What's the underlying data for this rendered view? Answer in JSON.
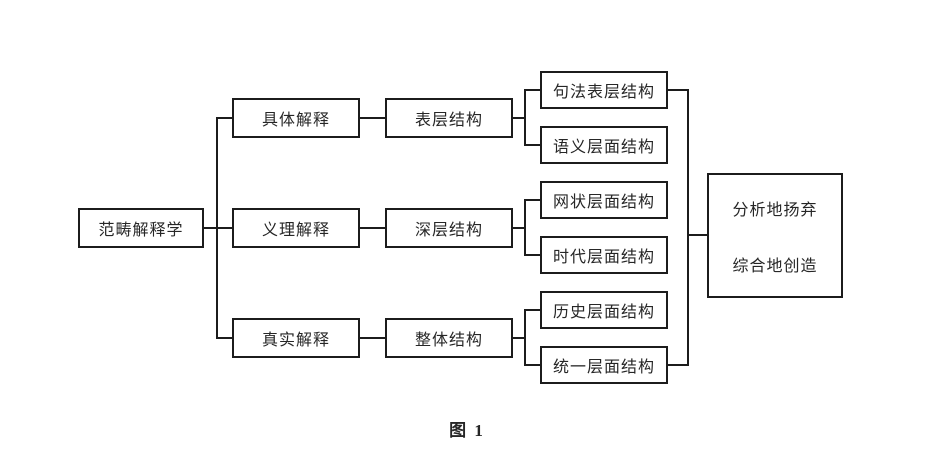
{
  "diagram": {
    "root_label": "范畴解释学",
    "rows": [
      {
        "level2": "具体解释",
        "level3": "表层结构",
        "leaf_a": "句法表层结构",
        "leaf_b": "语义层面结构"
      },
      {
        "level2": "义理解释",
        "level3": "深层结构",
        "leaf_a": "网状层面结构",
        "leaf_b": "时代层面结构"
      },
      {
        "level2": "真实解释",
        "level3": "整体结构",
        "leaf_a": "历史层面结构",
        "leaf_b": "统一层面结构"
      }
    ],
    "result": {
      "line1": "分析地扬弃",
      "line2": "综合地创造"
    },
    "caption": "图 1",
    "colors": {
      "line": "#1c1c1c",
      "text": "#262626",
      "background": "#ffffff"
    }
  }
}
